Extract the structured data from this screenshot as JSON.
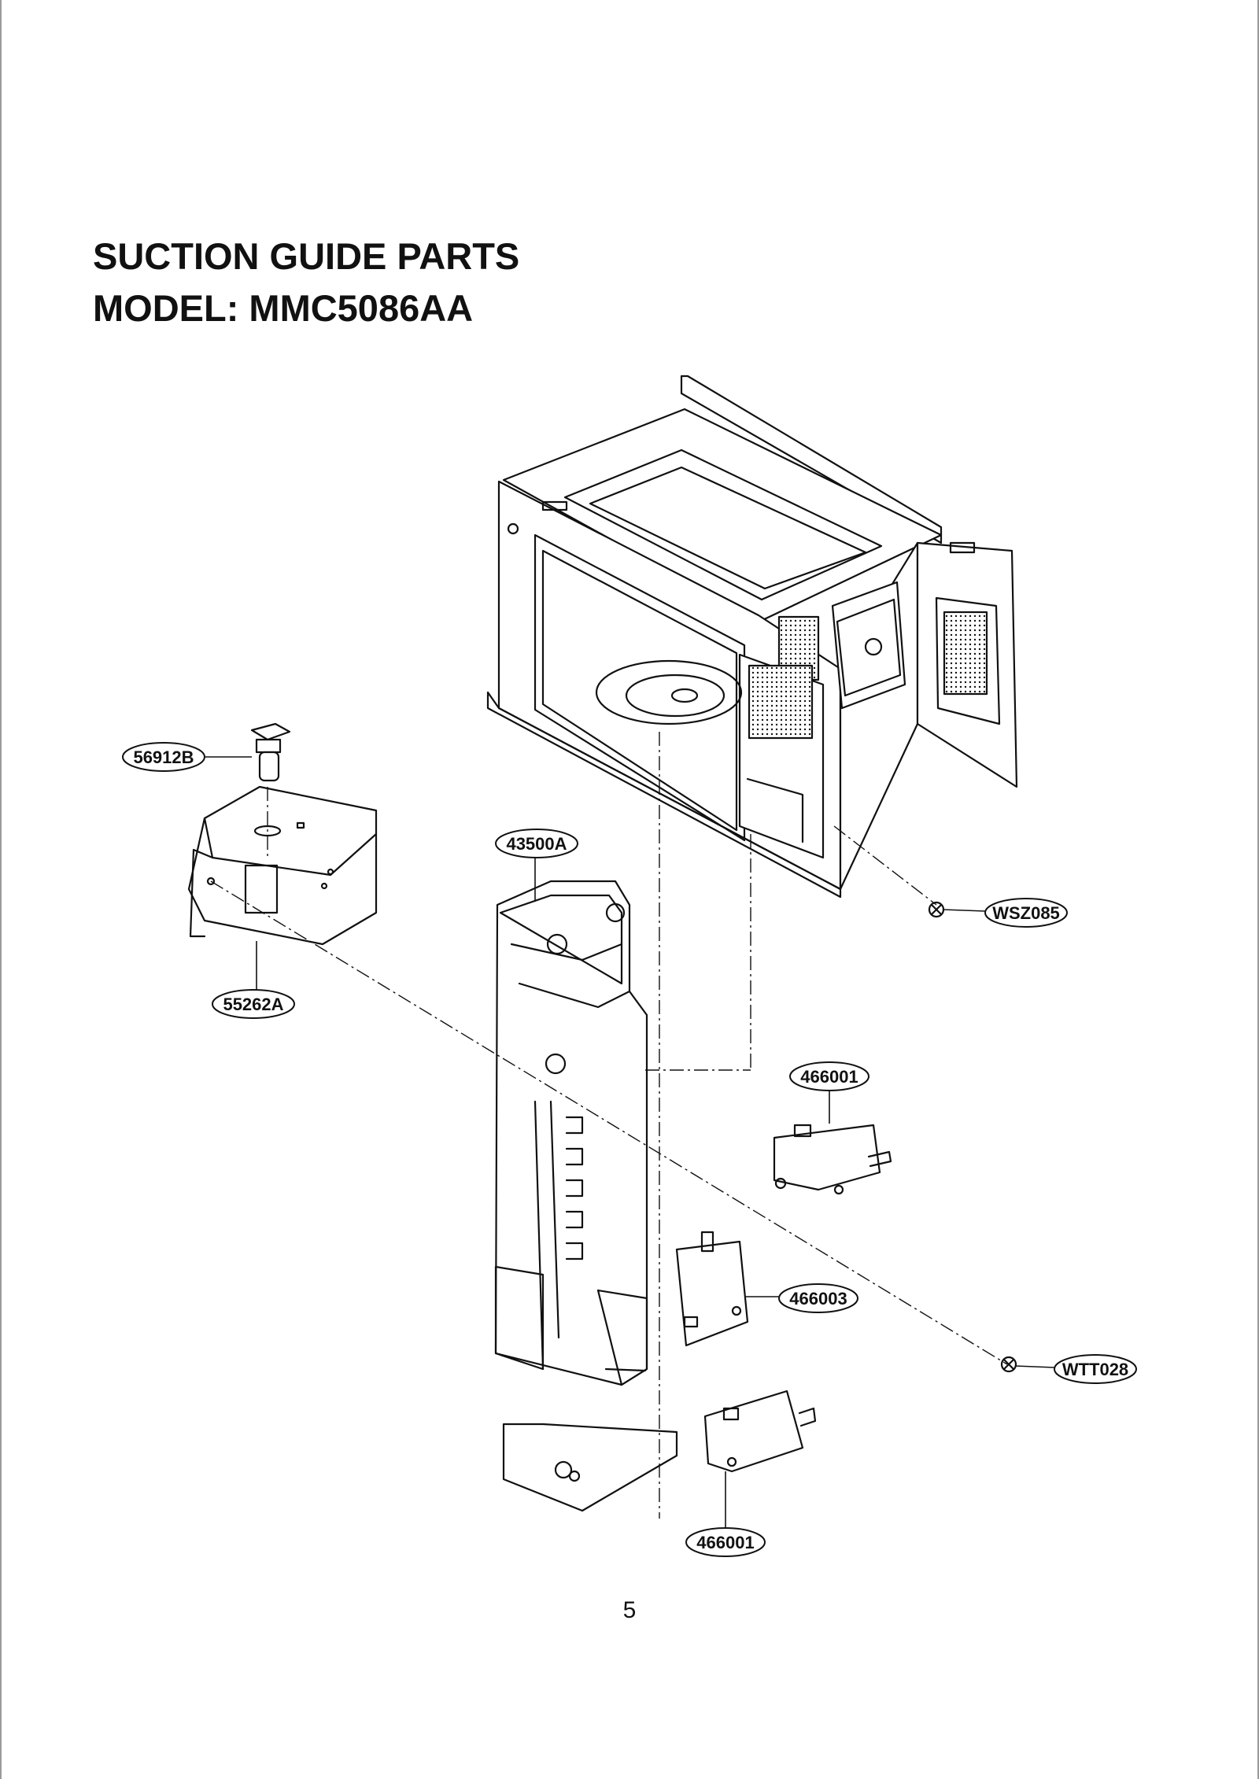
{
  "page": {
    "title": "SUCTION GUIDE PARTS",
    "model_line": "MODEL: MMC5086AA",
    "page_number": "5"
  },
  "parts": {
    "thermostat": "56912B",
    "suction_guide_duct": "55262A",
    "latch_board": "43500A",
    "screw_top": "WSZ085",
    "switch_upper": "466001",
    "switch_middle": "466003",
    "screw_lower": "WTT028",
    "switch_lower": "466001"
  },
  "colors": {
    "line": "#111111",
    "frame": "#9a9a9a",
    "background": "#ffffff"
  }
}
